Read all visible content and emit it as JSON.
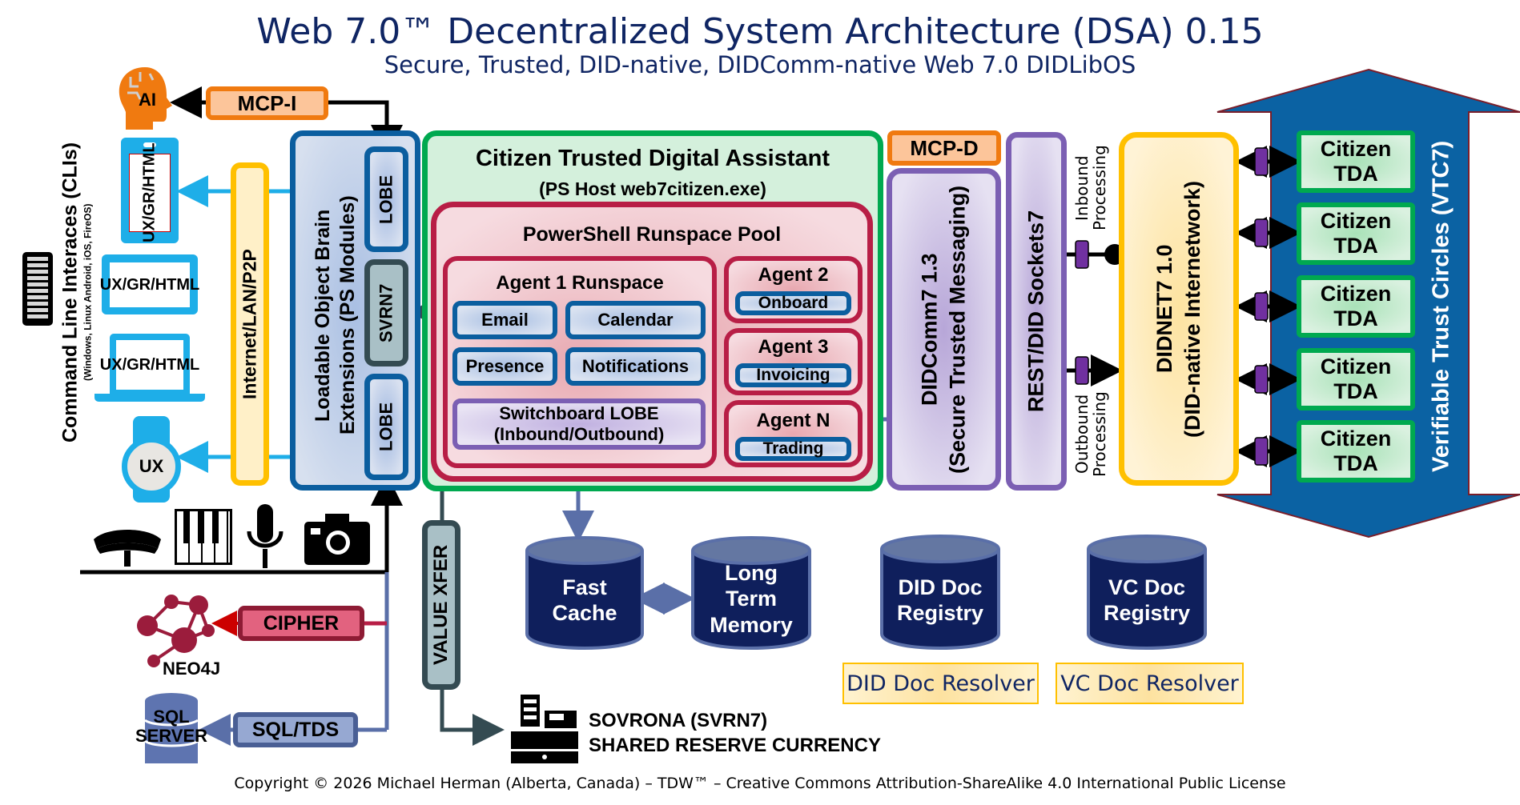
{
  "header": {
    "title": "Web 7.0™ Decentralized System Architecture (DSA) 0.15",
    "subtitle": "Secure, Trusted, DID-native, DIDComm-native Web 7.0 DIDLibOS"
  },
  "left": {
    "ai_label": "AI",
    "mcp_i": "MCP-I",
    "cli_title": "Command Line Interaces (CLIs)",
    "cli_subtitle": "(Windows, Linux Android, iOS, FireOS)",
    "devices": [
      {
        "type": "phone",
        "label": "UX/GR/ HTML"
      },
      {
        "type": "tablet",
        "label": "UX/GR/ HTML"
      },
      {
        "type": "laptop",
        "label": "UX/GR/ HTML"
      },
      {
        "type": "watch",
        "label": "UX"
      }
    ],
    "peripherals": [
      "headset-icon",
      "piano-keyboard-icon",
      "microphone-icon",
      "camera-icon"
    ],
    "internet": "Internet/LAN/P2P",
    "cipher": "CIPHER",
    "neo4j": "NEO4J",
    "sql_tds": "SQL/TDS",
    "sql_server_line1": "SQL",
    "sql_server_line2": "SERVER"
  },
  "lobe_panel": {
    "title_line1": "Loadable Object Brain",
    "title_line2": "Extensions (PS Modules)",
    "lobe_top": "LOBE",
    "svrn7": "SVRN7",
    "lobe_bottom": "LOBE"
  },
  "value_xfer": "VALUE XFER",
  "sovrona": {
    "line1": "SOVRONA (SVRN7)",
    "line2": "SHARED RESERVE CURRENCY"
  },
  "tda": {
    "title": "Citizen Trusted Digital Assistant",
    "subtitle": "(PS Host web7citizen.exe)",
    "pool_title": "PowerShell Runspace Pool",
    "agent1": {
      "title": "Agent 1 Runspace",
      "tiles": [
        "Email",
        "Calendar",
        "Presence",
        "Notifications"
      ],
      "switchboard_line1": "Switchboard LOBE",
      "switchboard_line2": "(Inbound/Outbound)"
    },
    "agents": [
      {
        "title": "Agent 2",
        "role": "Onboard"
      },
      {
        "title": "Agent 3",
        "role": "Invoicing"
      },
      {
        "title": "Agent N",
        "role": "Trading"
      }
    ]
  },
  "storage": [
    {
      "line1": "Fast",
      "line2": "Cache",
      "line3": ""
    },
    {
      "line1": "Long",
      "line2": "Term",
      "line3": "Memory"
    },
    {
      "line1": "DID Doc",
      "line2": "Registry",
      "line3": ""
    },
    {
      "line1": "VC Doc",
      "line2": "Registry",
      "line3": ""
    }
  ],
  "resolvers": [
    "DID Doc Resolver",
    "VC Doc Resolver"
  ],
  "didcomm": {
    "mcp_d": "MCP-D",
    "line1": "DIDComm7 1.3",
    "line2": "(Secure Trusted Messaging)"
  },
  "rest": "REST/DID Sockets7",
  "processing": {
    "inbound_line1": "Inbound",
    "inbound_line2": "Processing",
    "outbound_line1": "Outbound",
    "outbound_line2": "Processing"
  },
  "didnet": {
    "line1": "DIDNET7 1.0",
    "line2": "(DID-native Internetwork)"
  },
  "vtc": {
    "label": "Verifiable Trust Circles (VTC7)",
    "members": [
      {
        "line1": "Citizen",
        "line2": "TDA"
      },
      {
        "line1": "Citizen",
        "line2": "TDA"
      },
      {
        "line1": "Citizen",
        "line2": "TDA"
      },
      {
        "line1": "Citizen",
        "line2": "TDA"
      },
      {
        "line1": "Citizen",
        "line2": "TDA"
      }
    ]
  },
  "footer": "Copyright © 2026 Michael Herman (Alberta, Canada) – TDW™ – Creative Commons Attribution-ShareAlike 4.0 International Public License",
  "colors": {
    "title": "#0f2563",
    "lobe_blue": "#0b5e9f",
    "tda_green": "#00a950",
    "runspace_red": "#b81e46",
    "didcomm_purple": "#7b5fb3",
    "didnet_yellow": "#ffc000",
    "mcp_orange": "#f07a10",
    "vtc_arrow": "#0b5e9f",
    "cylinder_navy": "#0f1f5c",
    "cipher_pink": "#e0607e"
  }
}
